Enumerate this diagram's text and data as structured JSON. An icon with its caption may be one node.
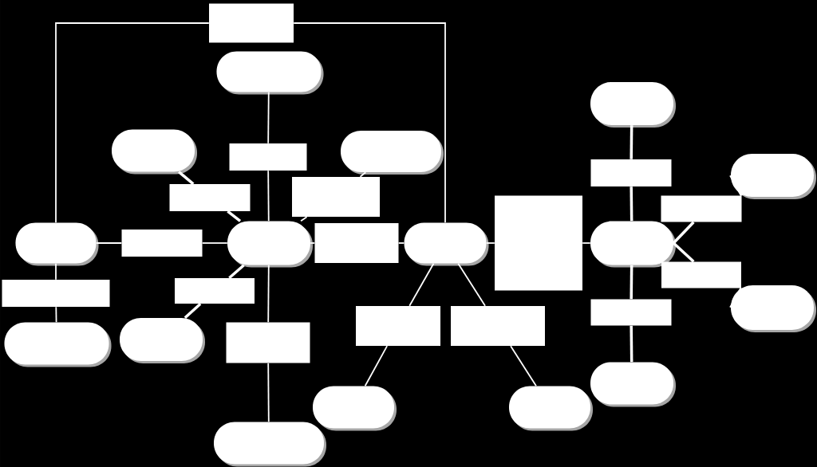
{
  "diagram": {
    "nodes": [
      {
        "text": [],
        "shape": "box"
      },
      {
        "text": [],
        "shape": "oval"
      },
      {
        "text": [],
        "shape": "oval"
      },
      {
        "text": [],
        "shape": "box"
      },
      {
        "text": [],
        "shape": "oval"
      },
      {
        "text": [],
        "shape": "box"
      },
      {
        "text": [],
        "shape": "box"
      },
      {
        "text": [],
        "shape": "oval"
      },
      {
        "text": [],
        "shape": "box"
      },
      {
        "text": [],
        "shape": "oval"
      },
      {
        "text": [],
        "shape": "box"
      },
      {
        "text": [],
        "shape": "oval"
      },
      {
        "text": [],
        "shape": "box"
      },
      {
        "text": [],
        "shape": "oval"
      },
      {
        "text": [],
        "shape": "oval"
      },
      {
        "text": [],
        "shape": "box"
      },
      {
        "text": [],
        "shape": "oval"
      },
      {
        "text": [],
        "shape": "box"
      },
      {
        "text": [],
        "shape": "box"
      },
      {
        "text": [],
        "shape": "oval"
      },
      {
        "text": [],
        "shape": "box"
      },
      {
        "text": [],
        "shape": "box"
      },
      {
        "text": [],
        "shape": "box"
      },
      {
        "text": [],
        "shape": "box"
      },
      {
        "text": [],
        "shape": "box"
      },
      {
        "text": [],
        "shape": "oval"
      },
      {
        "text": [],
        "shape": "oval"
      },
      {
        "text": [],
        "shape": "box"
      },
      {
        "text": [],
        "shape": "oval"
      },
      {
        "text": [],
        "shape": "oval"
      },
      {
        "text": [],
        "shape": "oval"
      },
      {
        "text": [],
        "shape": "oval"
      }
    ],
    "edges": [
      {
        "from": 7,
        "to": 0,
        "arrow": "none"
      },
      {
        "from": 0,
        "to": 11,
        "arrow": "none"
      },
      {
        "from": 1,
        "to": 3,
        "arrow": "none"
      },
      {
        "from": 3,
        "to": 9,
        "arrow": "none"
      },
      {
        "from": 2,
        "to": 5,
        "arrow": "none",
        "style": "thick"
      },
      {
        "from": 5,
        "to": 9,
        "arrow": "none",
        "style": "thick"
      },
      {
        "from": 4,
        "to": 6,
        "arrow": "none"
      },
      {
        "from": 6,
        "to": 9,
        "arrow": "none"
      },
      {
        "from": 7,
        "to": 8,
        "arrow": "none"
      },
      {
        "from": 8,
        "to": 9,
        "arrow": "none"
      },
      {
        "from": 9,
        "to": 10,
        "arrow": "none"
      },
      {
        "from": 10,
        "to": 11,
        "arrow": "none"
      },
      {
        "from": 9,
        "to": 21,
        "arrow": "none",
        "style": "thick"
      },
      {
        "from": 21,
        "to": 26,
        "arrow": "none",
        "style": "thick"
      },
      {
        "from": 9,
        "to": 27,
        "arrow": "none"
      },
      {
        "from": 27,
        "to": 31,
        "arrow": "none"
      },
      {
        "from": 7,
        "to": 20,
        "arrow": "none"
      },
      {
        "from": 20,
        "to": 25,
        "arrow": "none"
      },
      {
        "from": 11,
        "to": 22,
        "arrow": "none"
      },
      {
        "from": 22,
        "to": 29,
        "arrow": "none"
      },
      {
        "from": 11,
        "to": 23,
        "arrow": "none"
      },
      {
        "from": 23,
        "to": 30,
        "arrow": "none"
      },
      {
        "from": 11,
        "to": 12,
        "arrow": "none"
      },
      {
        "from": 12,
        "to": 13,
        "arrow": "none"
      },
      {
        "from": 14,
        "to": 15,
        "arrow": "none",
        "style": "thick"
      },
      {
        "from": 15,
        "to": 13,
        "arrow": "none",
        "style": "thick"
      },
      {
        "from": 13,
        "to": 17,
        "arrow": "none",
        "style": "thick"
      },
      {
        "from": 17,
        "to": 16,
        "arrow": "none",
        "style": "thick"
      },
      {
        "from": 13,
        "to": 18,
        "arrow": "none",
        "style": "thick"
      },
      {
        "from": 18,
        "to": 19,
        "arrow": "none",
        "style": "thick"
      },
      {
        "from": 13,
        "to": 24,
        "arrow": "none",
        "style": "thick"
      },
      {
        "from": 24,
        "to": 28,
        "arrow": "none",
        "style": "thick"
      }
    ]
  }
}
